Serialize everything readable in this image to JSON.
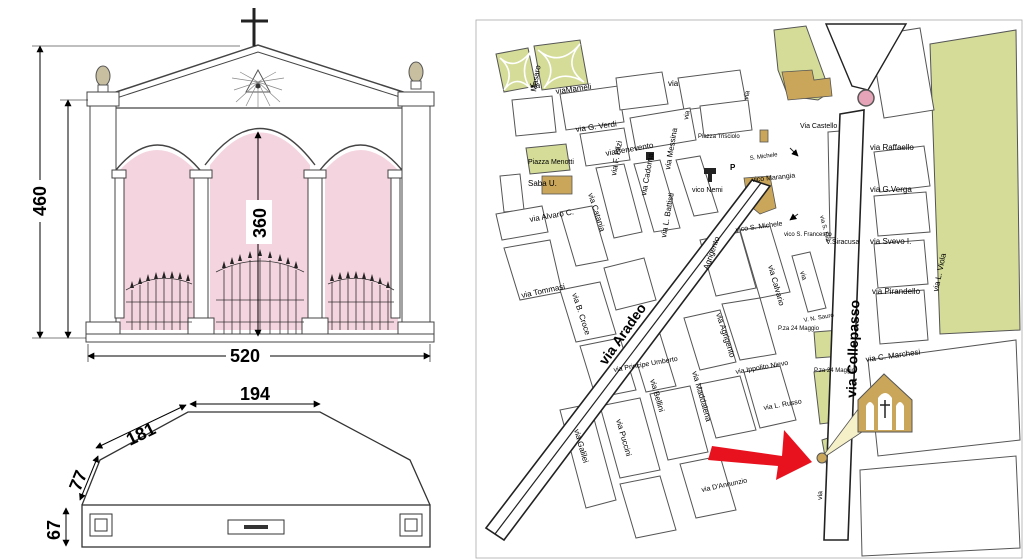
{
  "elevation": {
    "height_outer": "460",
    "height_inner": "360",
    "width": "520"
  },
  "plan": {
    "side_long": "181",
    "top": "194",
    "side_short": "77",
    "base": "67"
  },
  "map": {
    "streets": {
      "aradeo": "via Aradeo",
      "collepasso": "via Collepasso",
      "mameli": "viaMameli",
      "masaro": "Masaro",
      "gverdi": "via G. Verdi",
      "benevento": "viaBenevento",
      "cadorna": "via Cadorna",
      "messina": "via Messina",
      "lbattisti": "via L. Battisti",
      "ffilzi": "via F. Filzi",
      "piazza_menotti": "Piazza Menotti",
      "saba": "Saba U.",
      "alvaro": "via Alvaro C.",
      "catania": "via Catania",
      "tommasi": "via Tommasi",
      "bcroce": "via B. Croce",
      "agrigento": "via Agrigento",
      "agrigento_upper": "Agrigento",
      "principe_umberto": "via Principe Umberto",
      "bellini": "via Bellini",
      "puccini": "via Puccini",
      "galilei": "via Galilei",
      "maddalena": "via Maddalena",
      "ippolito_nievo": "via Ippolito Nievo",
      "lrusso": "via L. Russo",
      "dannunzio": "via D'Annunzio",
      "calvario": "via Calvario",
      "sfrancesco": "vico S. Francesco",
      "vsiracusa": "V.Siracusa",
      "smichele_vico": "vico S. Michele",
      "smichele": "S. Michele",
      "marangia": "vico Marangia",
      "nemi": "vico Nemi",
      "trisciolo": "Piazza Trisciolo",
      "castello": "Via Castello",
      "raffaello": "via Raffaello",
      "gverga": "via G.Verga",
      "svevo": "via Svevo I.",
      "pirandello": "via Pirandello",
      "cmarchesi": "via C. Marchesi",
      "lviola": "via L. Viola",
      "vsauro": "V. N. Sauro",
      "p24maggio": "P.za 24 Maggio",
      "p24maggio2": "P.za 24 Maggio",
      "via_generic": "via",
      "via_generic2": "via",
      "via_generic3": "via",
      "via_generic4": "via",
      "via_generic5": "via",
      "via_generic6": "via",
      "vs_ellis": "via S. Elia",
      "p_label": "P"
    }
  },
  "colors": {
    "block_green": "#d4dc98",
    "building_tan": "#c9a65a",
    "arch_pink": "#f4d4df",
    "arrow_red": "#e8121f",
    "marker_gold": "#c9a65a"
  }
}
